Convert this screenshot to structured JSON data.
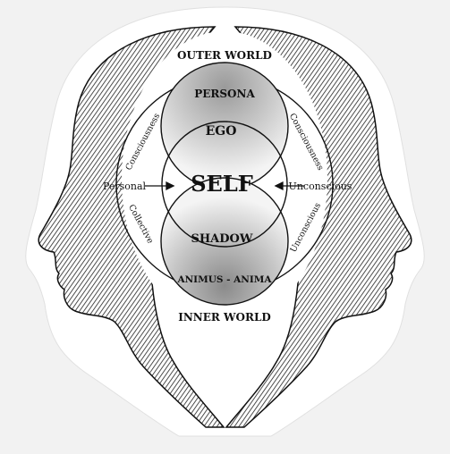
{
  "diagram": {
    "outer_world": "OUTER WORLD",
    "inner_world": "INNER WORLD",
    "persona": "PERSONA",
    "ego": "EGO",
    "self": "SELF",
    "shadow": "SHADOW",
    "animus_anima": "ANIMUS - ANIMA",
    "personal": "Personal",
    "unconscious_right": "Unconscious",
    "consciousness_left": "Consciousness",
    "consciousness_right": "Consciousness",
    "collective": "Collective",
    "unconscious_lower_right": "Unconscious"
  },
  "colors": {
    "background": "#f2f2f2",
    "sticker": "#ffffff",
    "ink": "#111111",
    "shading": "#8a8a8a"
  }
}
